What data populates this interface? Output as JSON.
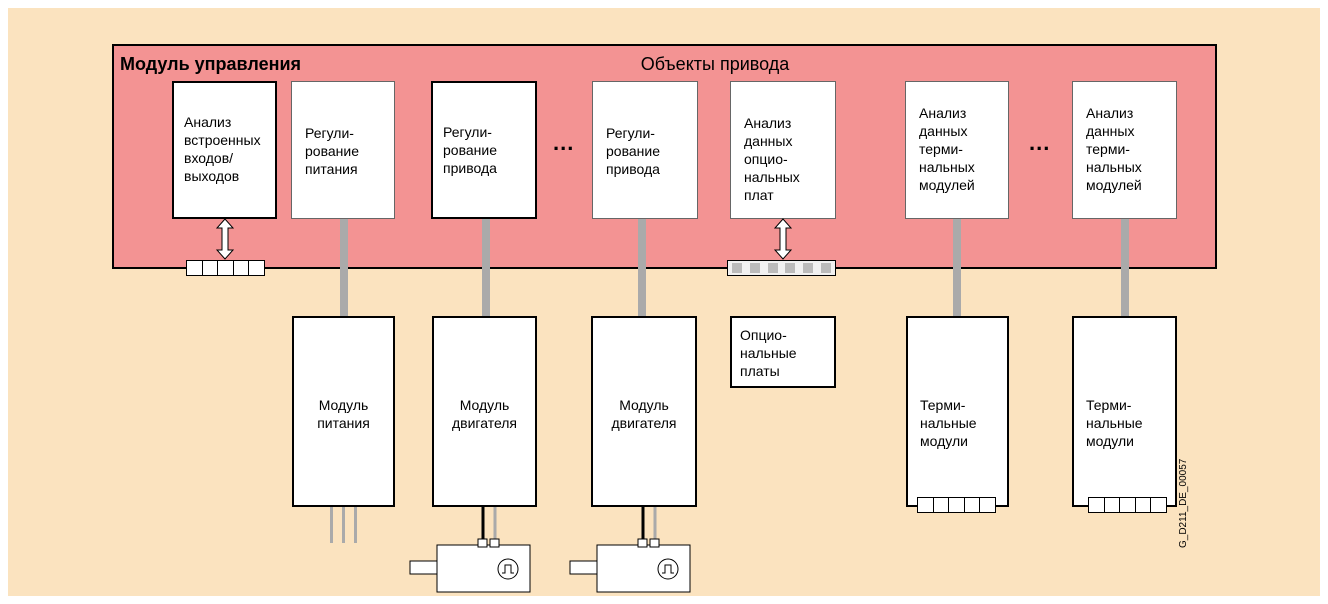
{
  "control_module": {
    "title": "Модуль управления",
    "drive_objects_title": "Объекты привода"
  },
  "objects": [
    {
      "id": "io",
      "label": "Анализ\nвстроенных\nвходов/\nвыходов"
    },
    {
      "id": "power-ctrl",
      "label": "Регули-\nрование\nпитания"
    },
    {
      "id": "drive-ctrl-1",
      "label": "Регули-\nрование\nпривода"
    },
    {
      "id": "drive-ctrl-2",
      "label": "Регули-\nрование\nпривода"
    },
    {
      "id": "option-eval",
      "label": "Анализ\nданных\nопцио-\nнальных\nплат"
    },
    {
      "id": "term-eval-1",
      "label": "Анализ\nданных\nтерми-\nнальных\nмодулей"
    },
    {
      "id": "term-eval-2",
      "label": "Анализ\nданных\nтерми-\nнальных\nмодулей"
    }
  ],
  "ellipsis": "...",
  "hardware": [
    {
      "id": "power-module",
      "label": "Модуль\nпитания"
    },
    {
      "id": "motor-module-1",
      "label": "Модуль\nдвигателя"
    },
    {
      "id": "motor-module-2",
      "label": "Модуль\nдвигателя"
    },
    {
      "id": "terminal-module-1",
      "label": "Терми-\nнальные\nмодули"
    },
    {
      "id": "terminal-module-2",
      "label": "Терми-\nнальные\nмодули"
    }
  ],
  "option_boards": {
    "label": "Опцио-\nнальные\nплаты"
  },
  "drawing_code": "G_D211_DE_00057",
  "colors": {
    "background": "#fbe3bf",
    "control_module": "#f39393",
    "connector": "#aaaaaa"
  }
}
